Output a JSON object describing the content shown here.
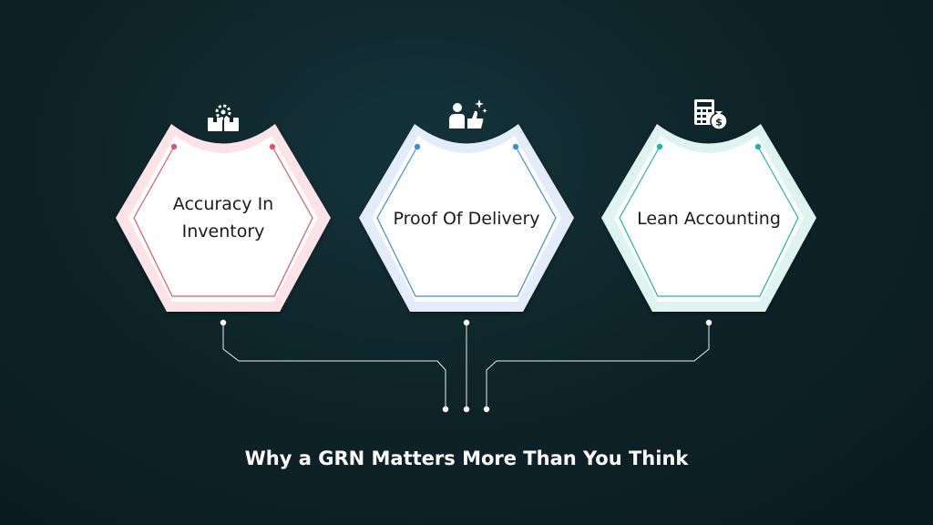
{
  "diagram": {
    "cards": [
      {
        "lines": [
          "Accuracy In",
          "Inventory"
        ],
        "icon": "warehouse-gear-icon",
        "accent": "#e0566b",
        "tint": "#fbe3e7"
      },
      {
        "lines": [
          "Proof Of Delivery"
        ],
        "icon": "person-thumbs-up-icon",
        "accent": "#3b8fd6",
        "tint": "#e3ecfb"
      },
      {
        "lines": [
          "Lean Accounting"
        ],
        "icon": "calculator-money-bag-icon",
        "accent": "#1fb3b0",
        "tint": "#dff4f1"
      }
    ],
    "title": "Why a GRN Matters More Than You Think"
  },
  "colors": {
    "background": "#0e2429",
    "connector": "#ffffff",
    "text_dark": "#1b1b1b",
    "title_text": "#ffffff"
  }
}
